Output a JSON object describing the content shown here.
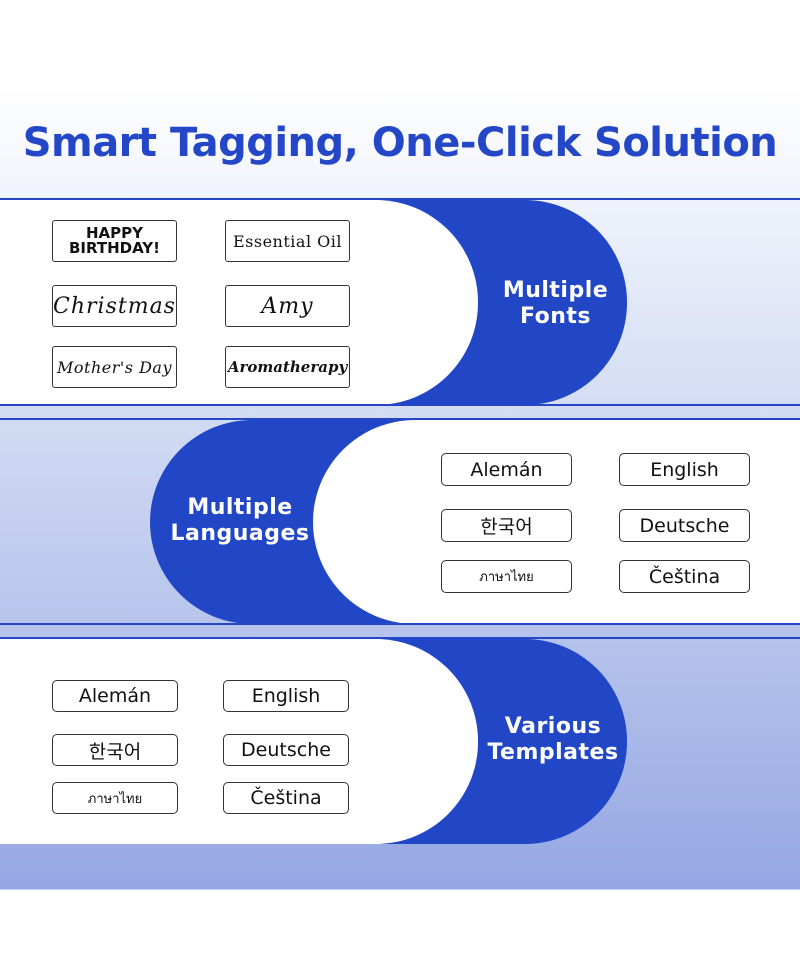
{
  "title": "Smart Tagging, One-Click Solution",
  "colors": {
    "accent": "#2147c7",
    "title": "#2347c6"
  },
  "sections": [
    {
      "heading_line1": "Multiple",
      "heading_line2": "Fonts",
      "tags": [
        "HAPPY",
        "BIRTHDAY!",
        "Essential Oil",
        "Christmas",
        "Amy",
        "Mother's Day",
        "Aromatherapy"
      ]
    },
    {
      "heading_line1": "Multiple",
      "heading_line2": "Languages",
      "tags": [
        "Alemán",
        "English",
        "한국어",
        "Deutsche",
        "ภาษาไทย",
        "Čeština"
      ]
    },
    {
      "heading_line1": "Various",
      "heading_line2": "Templates",
      "tags": [
        "Alemán",
        "English",
        "한국어",
        "Deutsche",
        "ภาษาไทย",
        "Čeština"
      ]
    }
  ]
}
